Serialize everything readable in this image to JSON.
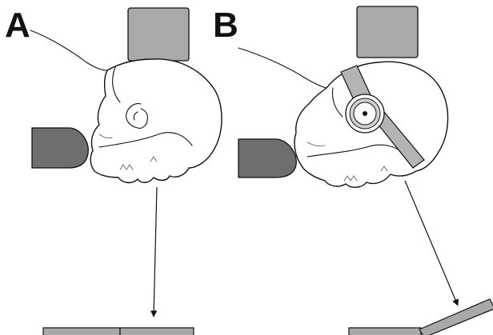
{
  "panels": [
    {
      "id": "A",
      "label": "A"
    },
    {
      "id": "B",
      "label": "B"
    }
  ],
  "colors": {
    "block_gray": "#a9a9a9",
    "block_dark": "#6e6e6e",
    "strap_gray": "#b4b4b4",
    "ink": "#111111"
  }
}
